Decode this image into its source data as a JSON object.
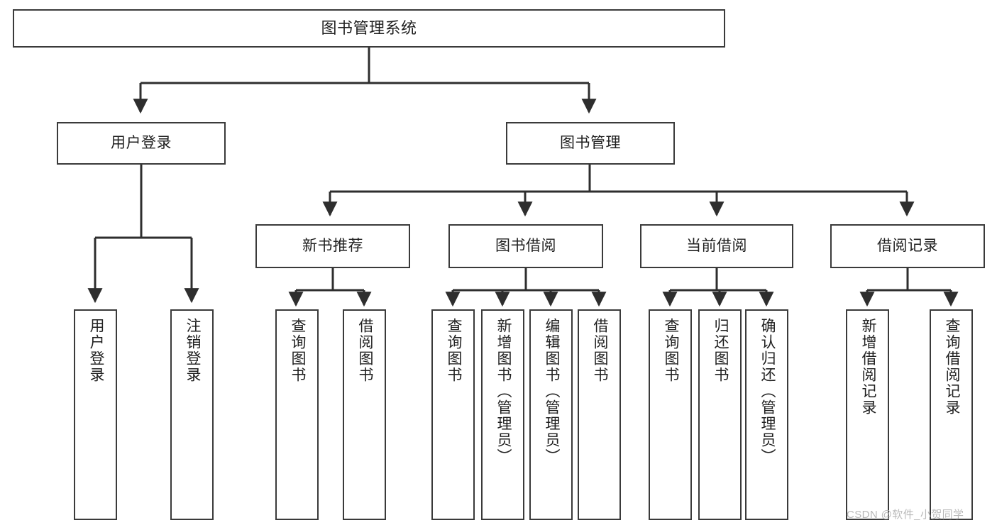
{
  "diagram": {
    "title": "图书管理系统",
    "watermark": "CSDN @软件_小贺同学",
    "colors": {
      "box_border": "#3a3a3a",
      "box_fill": "#ffffff",
      "connector": "#2e2e2e",
      "text": "#1f1f1f",
      "watermark": "#b9b9b9"
    },
    "levels": {
      "root": {
        "label": "图书管理系统"
      },
      "level2": [
        {
          "label": "用户登录"
        },
        {
          "label": "图书管理"
        }
      ],
      "level3": [
        {
          "label": "新书推荐"
        },
        {
          "label": "图书借阅"
        },
        {
          "label": "当前借阅"
        },
        {
          "label": "借阅记录"
        }
      ],
      "leaves": {
        "user_login": [
          {
            "label": "用户登录"
          },
          {
            "label": "注销登录"
          }
        ],
        "new_book_recommend": [
          {
            "label": "查询图书"
          },
          {
            "label": "借阅图书"
          }
        ],
        "book_borrow": [
          {
            "label": "查询图书"
          },
          {
            "label": "新增图书（管理员）"
          },
          {
            "label": "编辑图书（管理员）"
          },
          {
            "label": "借阅图书"
          }
        ],
        "current_borrow": [
          {
            "label": "查询图书"
          },
          {
            "label": "归还图书"
          },
          {
            "label": "确认归还（管理员）"
          }
        ],
        "borrow_record": [
          {
            "label": "新增借阅记录"
          },
          {
            "label": "查询借阅记录"
          }
        ]
      }
    }
  }
}
